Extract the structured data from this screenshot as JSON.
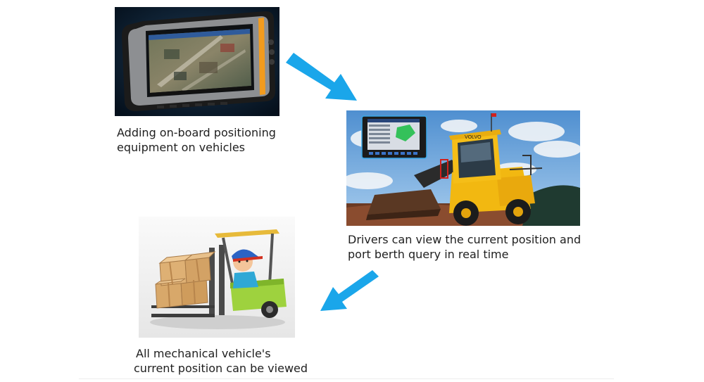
{
  "steps": [
    {
      "id": "tablet",
      "caption_lines": [
        "Adding on-board positioning",
        "equipment on vehicles"
      ]
    },
    {
      "id": "loader",
      "caption_lines": [
        "Drivers can view the current position and",
        "port berth query in real time"
      ]
    },
    {
      "id": "forklift",
      "caption_lines": [
        "All mechanical vehicle's",
        "current position can be viewed"
      ]
    }
  ],
  "arrow_color": "#1aa6ea",
  "loader_brand": "VOLVO"
}
